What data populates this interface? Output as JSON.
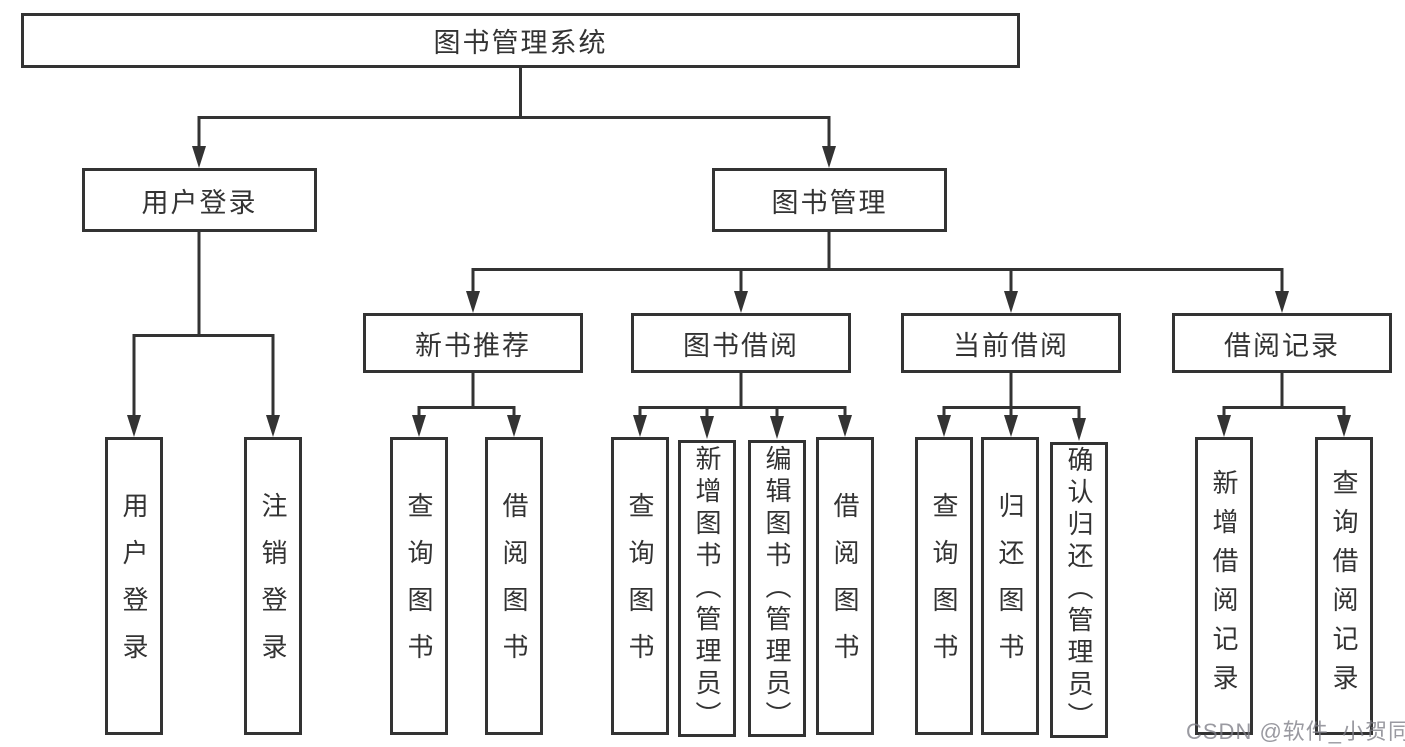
{
  "diagram_title": "图书管理系统",
  "colors": {
    "line": "#333333",
    "box_border": "#333333",
    "text": "#333333",
    "watermark": "#7d7d87",
    "background": "#ffffff"
  },
  "tree": {
    "root": {
      "label": "图书管理系统"
    },
    "level2": [
      {
        "label": "用户登录"
      },
      {
        "label": "图书管理"
      }
    ],
    "level3": [
      {
        "label": "新书推荐"
      },
      {
        "label": "图书借阅"
      },
      {
        "label": "当前借阅"
      },
      {
        "label": "借阅记录"
      }
    ],
    "leaves": {
      "user_login": [
        "用户登录",
        "注销登录"
      ],
      "new_book": [
        "查询图书",
        "借阅图书"
      ],
      "book_borrow": [
        "查询图书",
        "新增图书（管理员）",
        "编辑图书（管理员）",
        "借阅图书"
      ],
      "current_borrow": [
        "查询图书",
        "归还图书",
        "确认归还（管理员）"
      ],
      "borrow_record": [
        "新增借阅记录",
        "查询借阅记录"
      ]
    }
  },
  "watermark": "CSDN @软件_小贺同学"
}
